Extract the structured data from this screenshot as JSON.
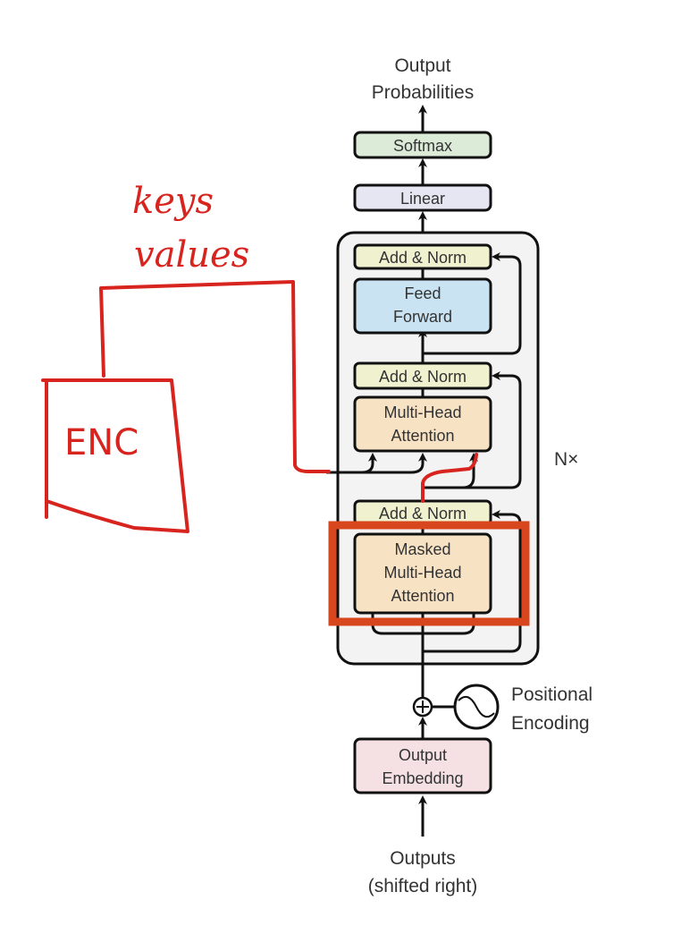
{
  "diagram": {
    "title": "Transformer Decoder",
    "output_label": [
      "Output",
      "Probabilities"
    ],
    "blocks": {
      "softmax": {
        "label": "Softmax",
        "color": "#dcebd8"
      },
      "linear": {
        "label": "Linear",
        "color": "#e6e6f2"
      },
      "add_norm_top": {
        "label": "Add & Norm",
        "color": "#f0f2cf"
      },
      "feed_forward": {
        "label": [
          "Feed",
          "Forward"
        ],
        "color": "#c9e3f2"
      },
      "add_norm_mid": {
        "label": "Add & Norm",
        "color": "#f0f2cf"
      },
      "multi_head_attention": {
        "label": [
          "Multi-Head",
          "Attention"
        ],
        "color": "#f8e2c4"
      },
      "add_norm_bottom": {
        "label": "Add & Norm",
        "color": "#f0f2cf"
      },
      "masked_attention": {
        "label": [
          "Masked",
          "Multi-Head",
          "Attention"
        ],
        "color": "#f8e2c4"
      },
      "output_embedding": {
        "label": [
          "Output",
          "Embedding"
        ],
        "color": "#f5e1e3"
      }
    },
    "repeat_label": "N×",
    "positional_encoding": [
      "Positional",
      "Encoding"
    ],
    "input_label": [
      "Outputs",
      "(shifted right)"
    ],
    "plus_symbol": "+"
  },
  "annotations": {
    "color": "#d8241e",
    "handwritten_top": "keys",
    "handwritten_bottom": "values",
    "encoder_label": "ENC"
  }
}
